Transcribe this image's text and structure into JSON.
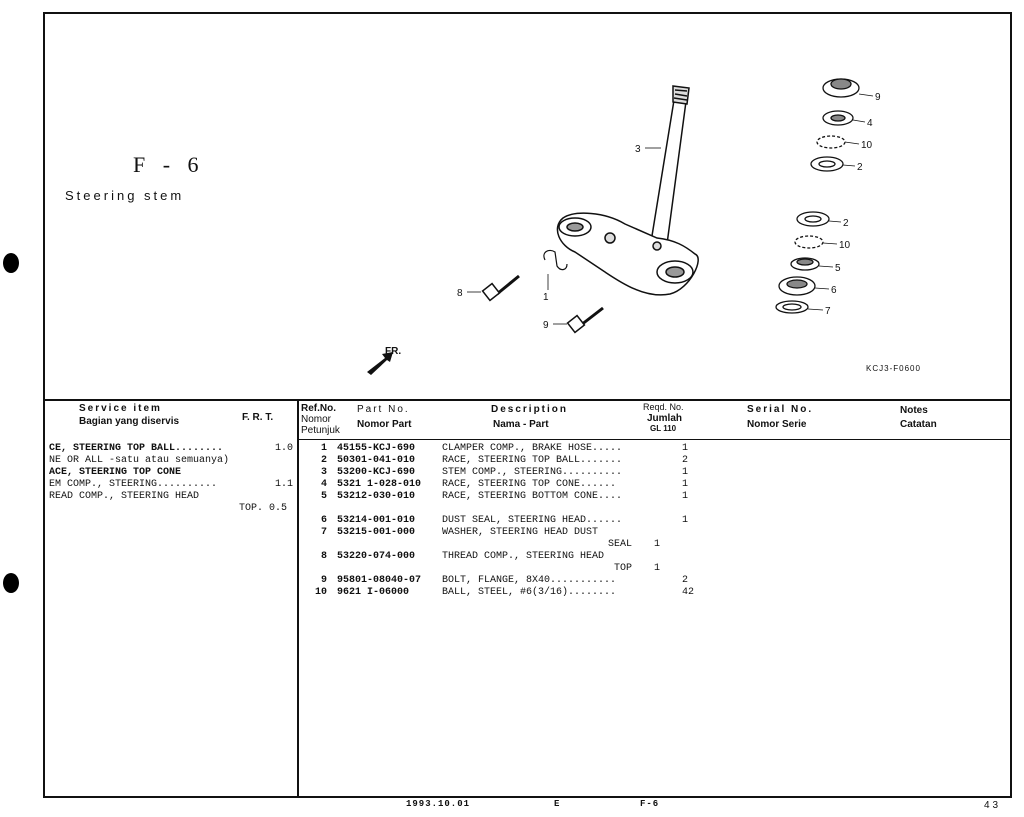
{
  "figure": {
    "code": "F - 6",
    "subtitle": "Steering stem",
    "drawing_id": "KCJ3-F0600",
    "direction_label": "FR.",
    "callouts": [
      "1",
      "2",
      "2",
      "3",
      "4",
      "5",
      "6",
      "7",
      "8",
      "9",
      "9",
      "10",
      "10"
    ]
  },
  "service_header": {
    "title": "Service item",
    "subtitle": "Bagian yang diservis",
    "frt": "F. R. T."
  },
  "parts_header": {
    "ref_no": "Ref.No.",
    "nomor": "Nomor",
    "petunjuk": "Petunjuk",
    "part_no": "Part No.",
    "nomor_part": "Nomor Part",
    "description": "Description",
    "nama_part": "Nama - Part",
    "reqd_no": "Reqd. No.",
    "jumlah": "Jumlah",
    "gl": "GL 110",
    "serial_no": "Serial No.",
    "nomor_serie": "Nomor Serie",
    "notes": "Notes",
    "catatan": "Catatan"
  },
  "service_items": [
    {
      "text": "CE, STEERING TOP BALL........",
      "frt": "1.0"
    },
    {
      "text": "NE OR ALL -satu atau semuanya)",
      "frt": ""
    },
    {
      "text": "ACE, STEERING TOP CONE",
      "frt": ""
    },
    {
      "text": "EM COMP., STEERING..........",
      "frt": "1.1"
    },
    {
      "text": "READ COMP., STEERING HEAD",
      "frt": ""
    },
    {
      "text": "TOP. 0.5",
      "frt": ""
    }
  ],
  "parts": [
    {
      "ref": "1",
      "part_no": "45155-KCJ-690",
      "desc": "CLAMPER COMP., BRAKE HOSE.....",
      "qty": "1"
    },
    {
      "ref": "2",
      "part_no": "50301-041-010",
      "desc": "RACE, STEERING TOP BALL.......",
      "qty": "2"
    },
    {
      "ref": "3",
      "part_no": "53200-KCJ-690",
      "desc": "STEM COMP., STEERING..........",
      "qty": "1"
    },
    {
      "ref": "4",
      "part_no": "5321 1-028-010",
      "desc": "RACE, STEERING TOP CONE......",
      "qty": "1"
    },
    {
      "ref": "5",
      "part_no": "53212-030-010",
      "desc": "RACE, STEERING BOTTOM CONE....",
      "qty": "1"
    },
    {
      "ref": "6",
      "part_no": "53214-001-010",
      "desc": "DUST SEAL, STEERING HEAD......",
      "qty": "1"
    },
    {
      "ref": "7",
      "part_no": "53215-001-000",
      "desc": "WASHER, STEERING HEAD DUST",
      "qty": "",
      "cont": "SEAL",
      "cont_qty": "1"
    },
    {
      "ref": "8",
      "part_no": "53220-074-000",
      "desc": "THREAD COMP., STEERING HEAD",
      "qty": "",
      "cont": "TOP",
      "cont_qty": "1"
    },
    {
      "ref": "9",
      "part_no": "95801-08040-07",
      "desc": "BOLT, FLANGE, 8X40...........",
      "qty": "2"
    },
    {
      "ref": "10",
      "part_no": "9621 I-06000",
      "desc": "BALL, STEEL, #6(3/16)........",
      "qty": "42"
    }
  ],
  "footer": {
    "date": "1993.10.01",
    "edition": "E",
    "code": "F-6"
  },
  "page_number": "43"
}
